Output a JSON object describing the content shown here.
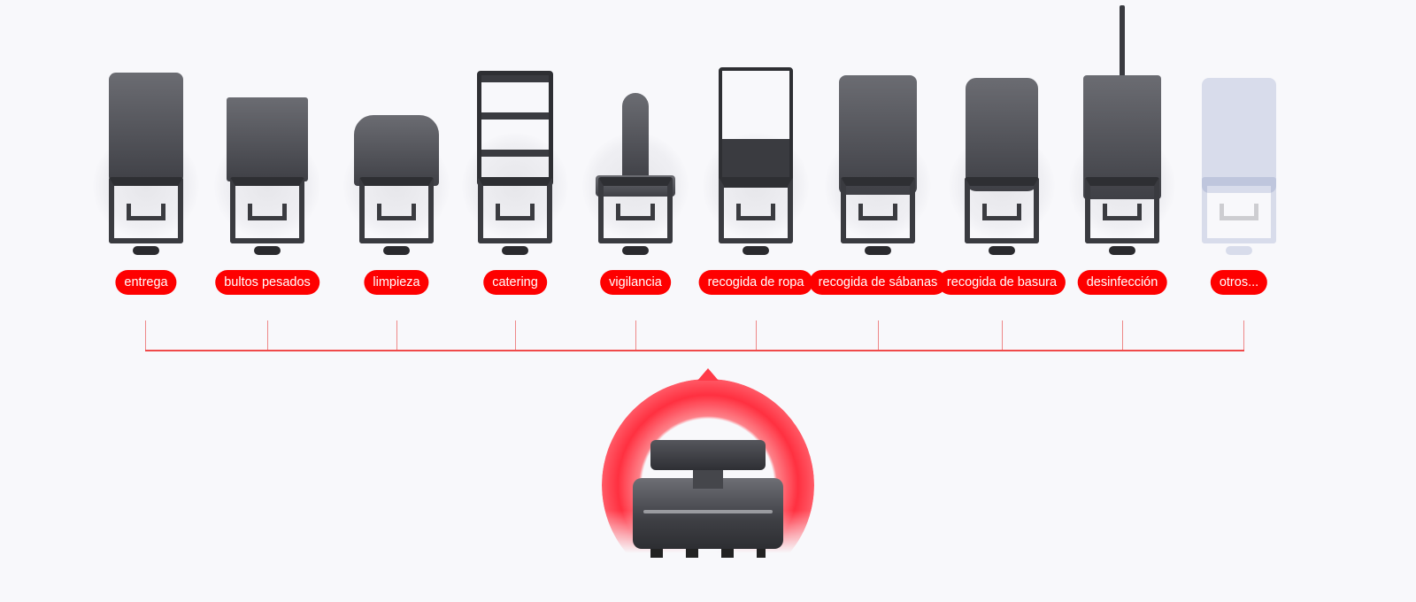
{
  "modules": [
    {
      "label": "entrega"
    },
    {
      "label": "bultos pesados"
    },
    {
      "label": "limpieza"
    },
    {
      "label": "catering"
    },
    {
      "label": "vigilancia"
    },
    {
      "label": "recogida de ropa"
    },
    {
      "label": "recogida de sábanas"
    },
    {
      "label": "recogida de basura"
    },
    {
      "label": "desinfección"
    },
    {
      "label": "otros..."
    }
  ],
  "colors": {
    "accent": "#fe0000",
    "background": "#f8f8fb"
  }
}
